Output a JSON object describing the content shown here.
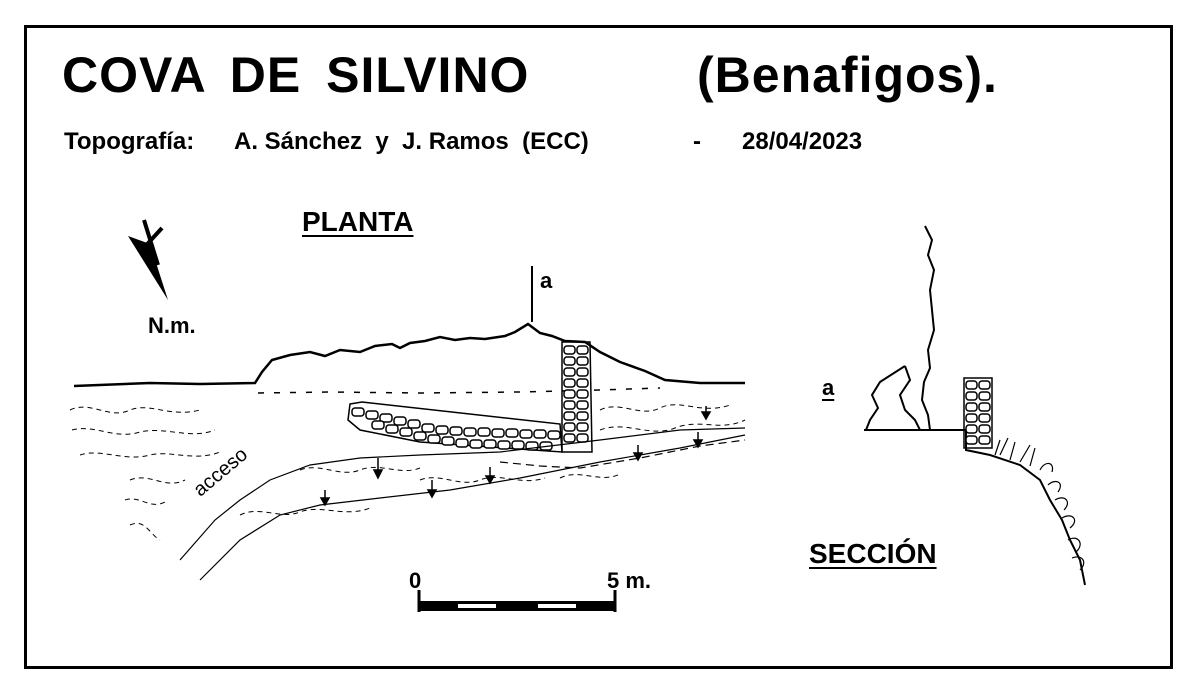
{
  "title": {
    "cave_name": "COVA  DE  SILVINO",
    "location": "(Benafigos)."
  },
  "credits": {
    "label": "Topografía:",
    "authors": "A. Sánchez  y  J. Ramos  (ECC)",
    "separator": "-",
    "date": "28/04/2023"
  },
  "plan": {
    "title": "PLANTA",
    "north_label": "N.m.",
    "section_marker": "a",
    "access_label": "acceso"
  },
  "section": {
    "title": "SECCIÓN",
    "marker": "a"
  },
  "scale": {
    "start_label": "0",
    "end_label": "5 m."
  }
}
